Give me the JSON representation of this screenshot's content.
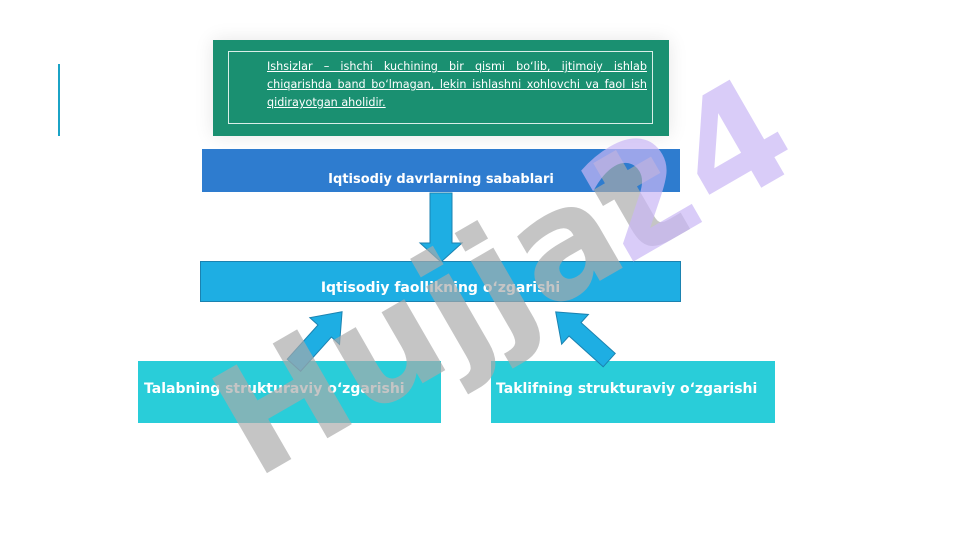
{
  "definition": {
    "text": "Ishsizlar – ishchi kuchining bir qismi bo‘lib, ijtimoiy ishlab chiqarishda band bo‘lmagan, lekin ishlashni xohlovchi va faol ish qidirayotgan aholidir."
  },
  "diagram": {
    "causes_label": "Iqtisodiy davrlarning sabablari",
    "activity_label": "Iqtisodiy faollikning o‘zgarishi",
    "demand_label": "Talabning strukturaviy o‘zgarishi",
    "supply_label": "Taklifning strukturaviy o‘zgarishi"
  },
  "watermark": {
    "text": "Hujjat24"
  },
  "colors": {
    "definition_bg": "#1a9071",
    "causes_bg": "#2e7ccf",
    "activity_bg": "#1eaee3",
    "structural_bg": "#29cdd9",
    "arrow": "#1eaee3",
    "watermark_gray": "#a9a9a9",
    "watermark_purple": "#c9b6f5"
  }
}
